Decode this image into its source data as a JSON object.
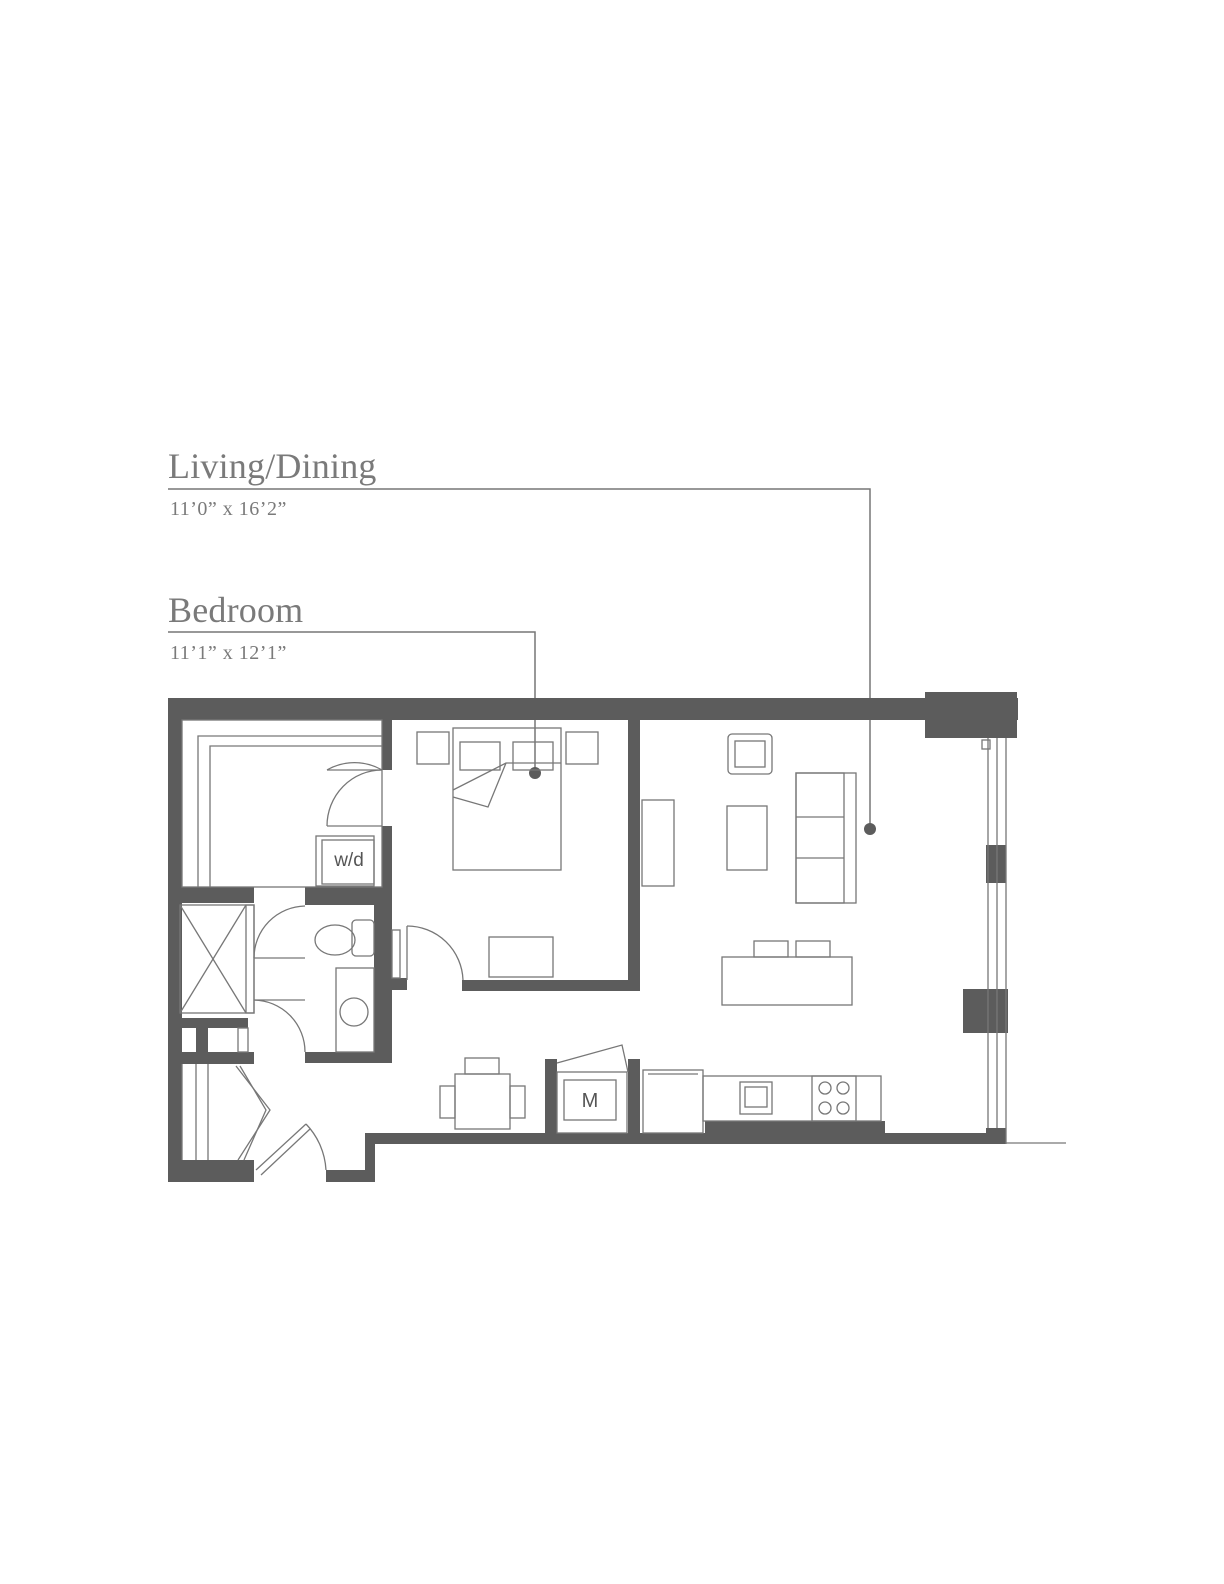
{
  "rooms": {
    "living": {
      "name": "Living/Dining",
      "dimensions": "11’0” x 16’2”"
    },
    "bedroom": {
      "name": "Bedroom",
      "dimensions": "11’1” x 12’1”"
    }
  },
  "fixtures": {
    "washer_dryer": "w/d",
    "mechanical": "M"
  },
  "colors": {
    "wall": "#5c5c5c",
    "line": "#777777",
    "label": "#7a7a7a"
  }
}
